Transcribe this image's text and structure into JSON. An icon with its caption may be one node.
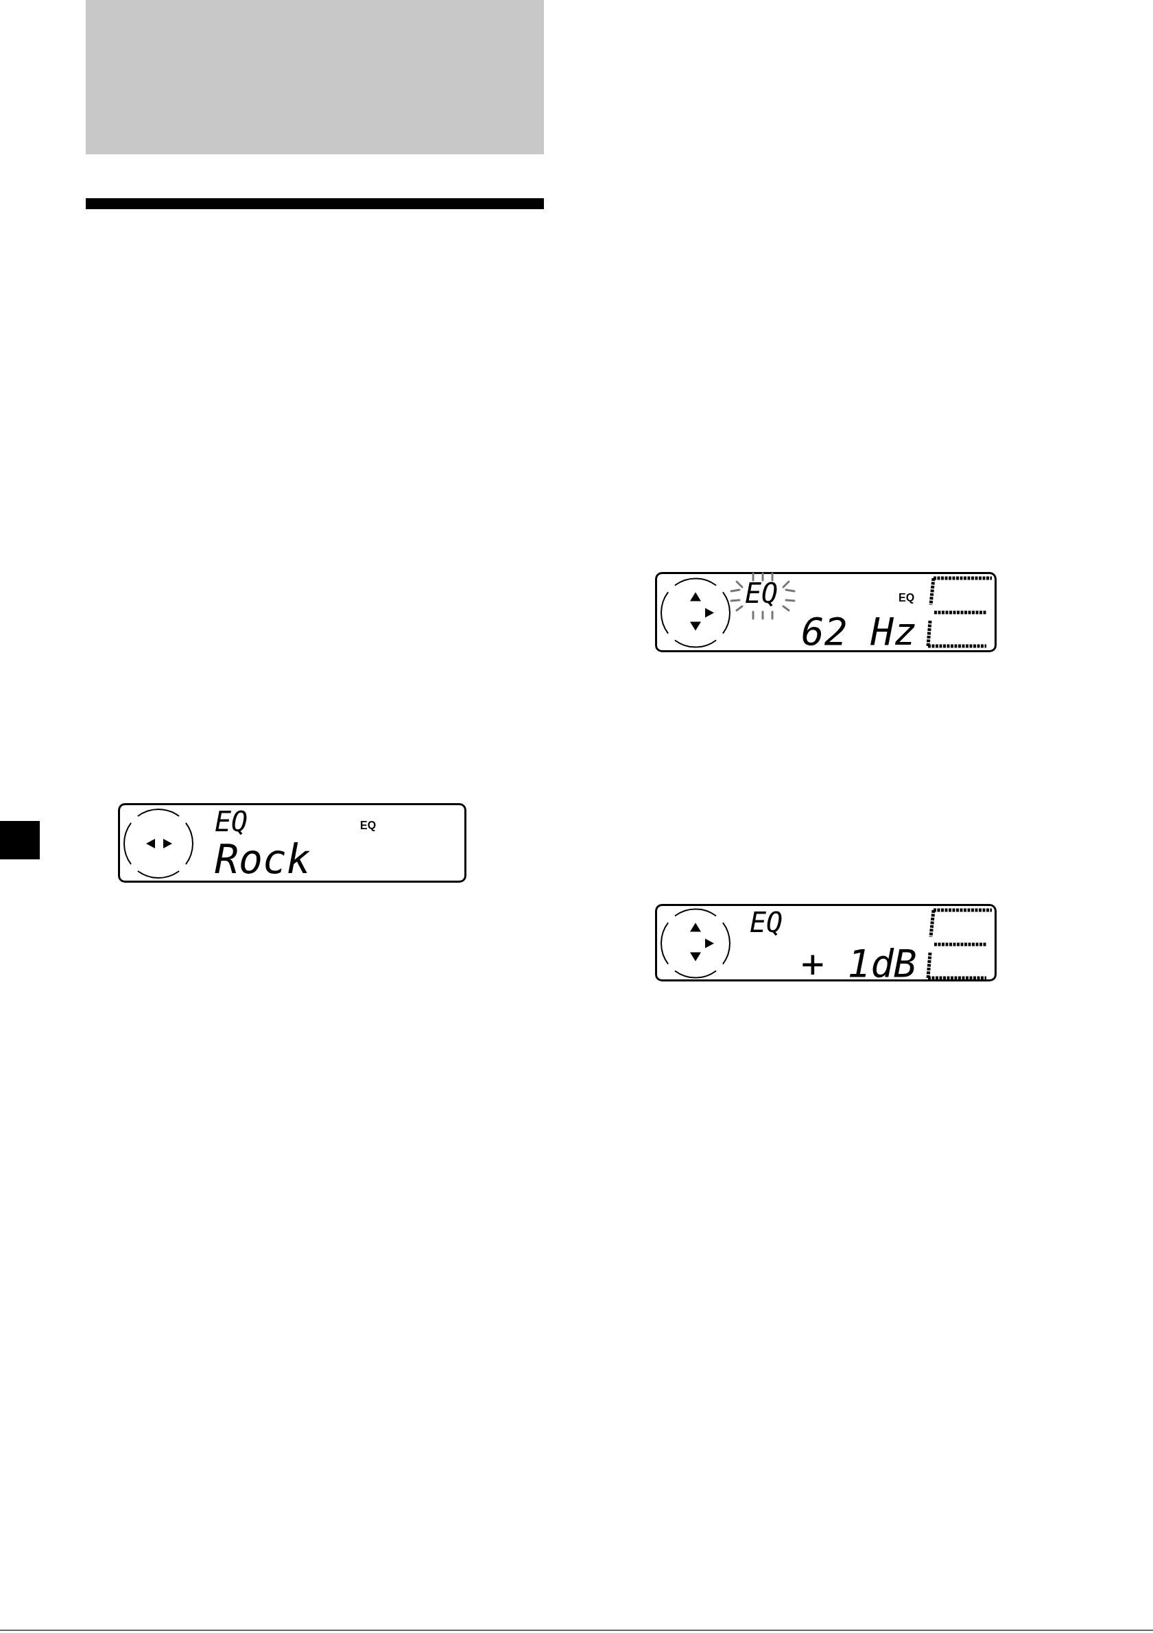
{
  "diagram": {
    "nodes": [
      {
        "text": [],
        "shape": "bar"
      },
      {
        "text": [
          "EQ",
          "EQ",
          "Rock"
        ]
      },
      {
        "text": [
          "EQ",
          "EQ",
          "62 Hz"
        ]
      },
      {
        "text": [
          "EQ",
          "+ 1dB"
        ]
      }
    ]
  }
}
